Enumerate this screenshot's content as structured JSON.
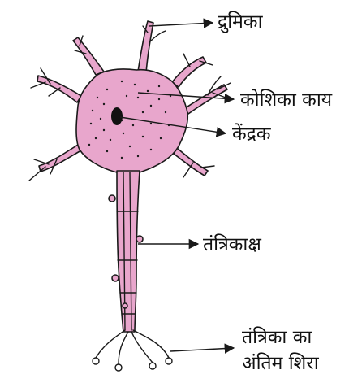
{
  "labels": {
    "dendrite": "द्रुमिका",
    "cell_body": "कोशिका काय",
    "nucleus": "केंद्रक",
    "axon": "तंत्रिकाक्ष",
    "nerve_ending_line1": "तंत्रिका का",
    "nerve_ending_line2": "अंतिम शिरा"
  },
  "colors": {
    "cell_fill": "#e8a6cc",
    "outline": "#1a1a1a",
    "background": "#ffffff"
  }
}
